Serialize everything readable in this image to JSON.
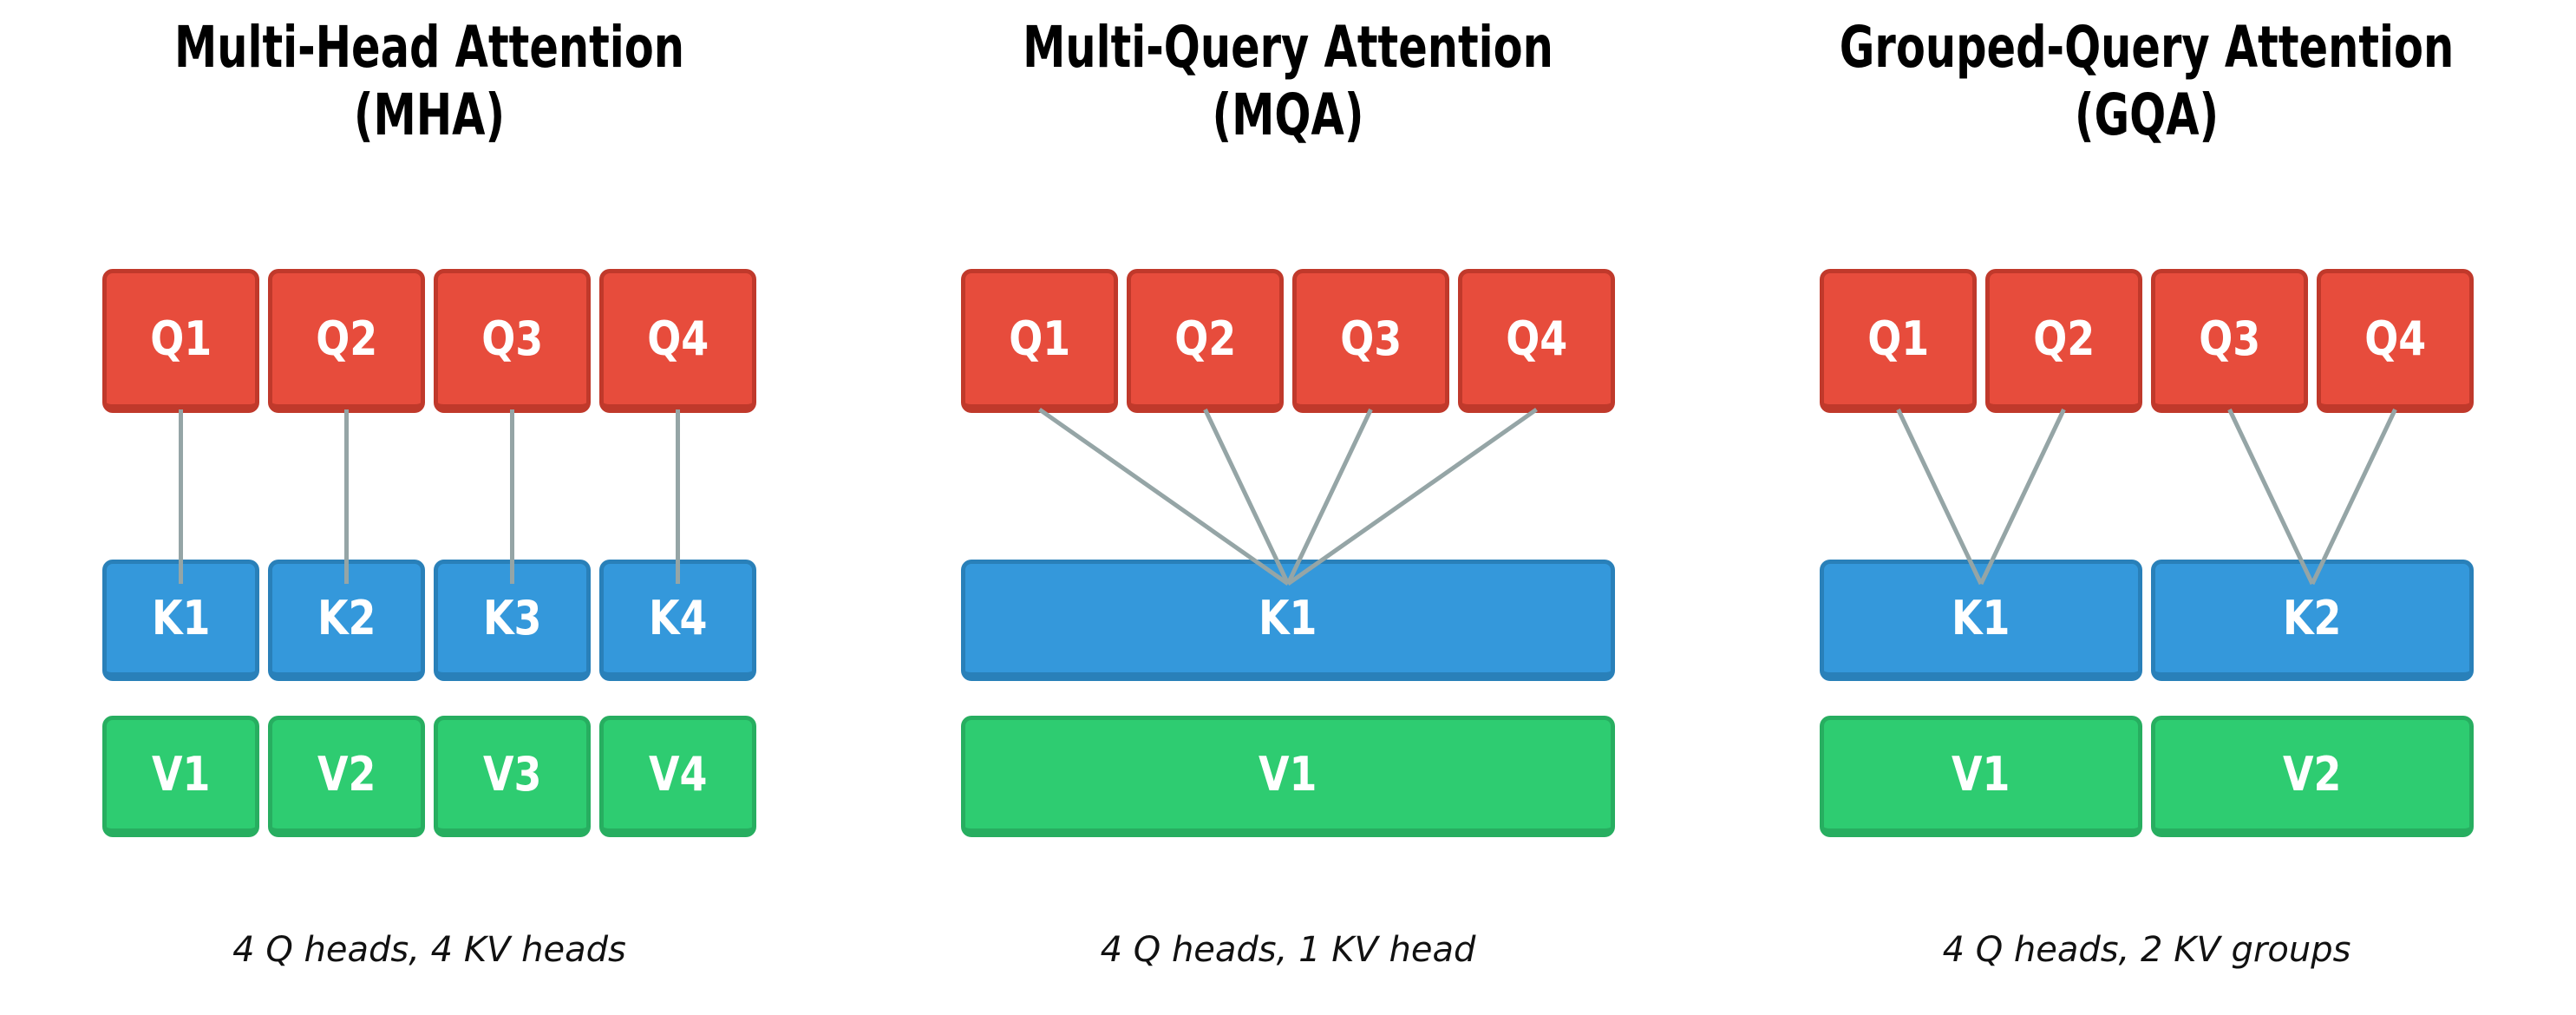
{
  "colors": {
    "q_fill": "#e74c3c",
    "q_border": "#c0392b",
    "k_fill": "#3498db",
    "k_border": "#2980b9",
    "v_fill": "#2ecc71",
    "v_border": "#27ae60",
    "connector": "#95a5a6",
    "title_text": "#000000",
    "caption_text": "#111111",
    "box_label_text": "#ffffff",
    "background": "#ffffff"
  },
  "panels": [
    {
      "id": "mha",
      "title_line1": "Multi-Head Attention",
      "title_line2": "(MHA)",
      "caption": "4 Q heads, 4 KV heads",
      "q": [
        "Q1",
        "Q2",
        "Q3",
        "Q4"
      ],
      "k": [
        "K1",
        "K2",
        "K3",
        "K4"
      ],
      "v": [
        "V1",
        "V2",
        "V3",
        "V4"
      ],
      "connections": [
        [
          "q0",
          "k0"
        ],
        [
          "q1",
          "k1"
        ],
        [
          "q2",
          "k2"
        ],
        [
          "q3",
          "k3"
        ]
      ]
    },
    {
      "id": "mqa",
      "title_line1": "Multi-Query Attention",
      "title_line2": "(MQA)",
      "caption": "4 Q heads, 1 KV head",
      "q": [
        "Q1",
        "Q2",
        "Q3",
        "Q4"
      ],
      "k": [
        "K1"
      ],
      "v": [
        "V1"
      ],
      "connections": [
        [
          "q0",
          "k0"
        ],
        [
          "q1",
          "k0"
        ],
        [
          "q2",
          "k0"
        ],
        [
          "q3",
          "k0"
        ]
      ]
    },
    {
      "id": "gqa",
      "title_line1": "Grouped-Query Attention",
      "title_line2": "(GQA)",
      "caption": "4 Q heads, 2 KV groups",
      "q": [
        "Q1",
        "Q2",
        "Q3",
        "Q4"
      ],
      "k": [
        "K1",
        "K2"
      ],
      "v": [
        "V1",
        "V2"
      ],
      "connections": [
        [
          "q0",
          "k0"
        ],
        [
          "q1",
          "k0"
        ],
        [
          "q2",
          "k1"
        ],
        [
          "q3",
          "k1"
        ]
      ]
    }
  ]
}
